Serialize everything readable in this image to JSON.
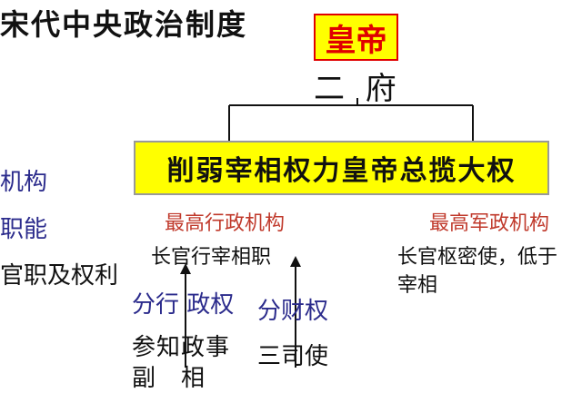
{
  "title": "宋代中央政治制度",
  "emperor": "皇帝",
  "two_fu": "二 府",
  "banner": "削弱宰相权力皇帝总揽大权",
  "left_labels": [
    "机构",
    "职能",
    "官职及权利"
  ],
  "admin": {
    "heading": "最高行政机构",
    "chief": "长官行宰相职",
    "split_admin": "分行 政权",
    "split_finance": "分财权",
    "deputy_line1": "参知政事",
    "deputy_line2": "副　相",
    "sansi": "三司使"
  },
  "military": {
    "heading": "最高军政机构",
    "chief_line1": "长官枢密使，低于",
    "chief_line2": "宰相"
  },
  "colors": {
    "accent_red": "#e00000",
    "highlight_yellow": "#ffff00",
    "blue_text": "#2b2b8c"
  }
}
